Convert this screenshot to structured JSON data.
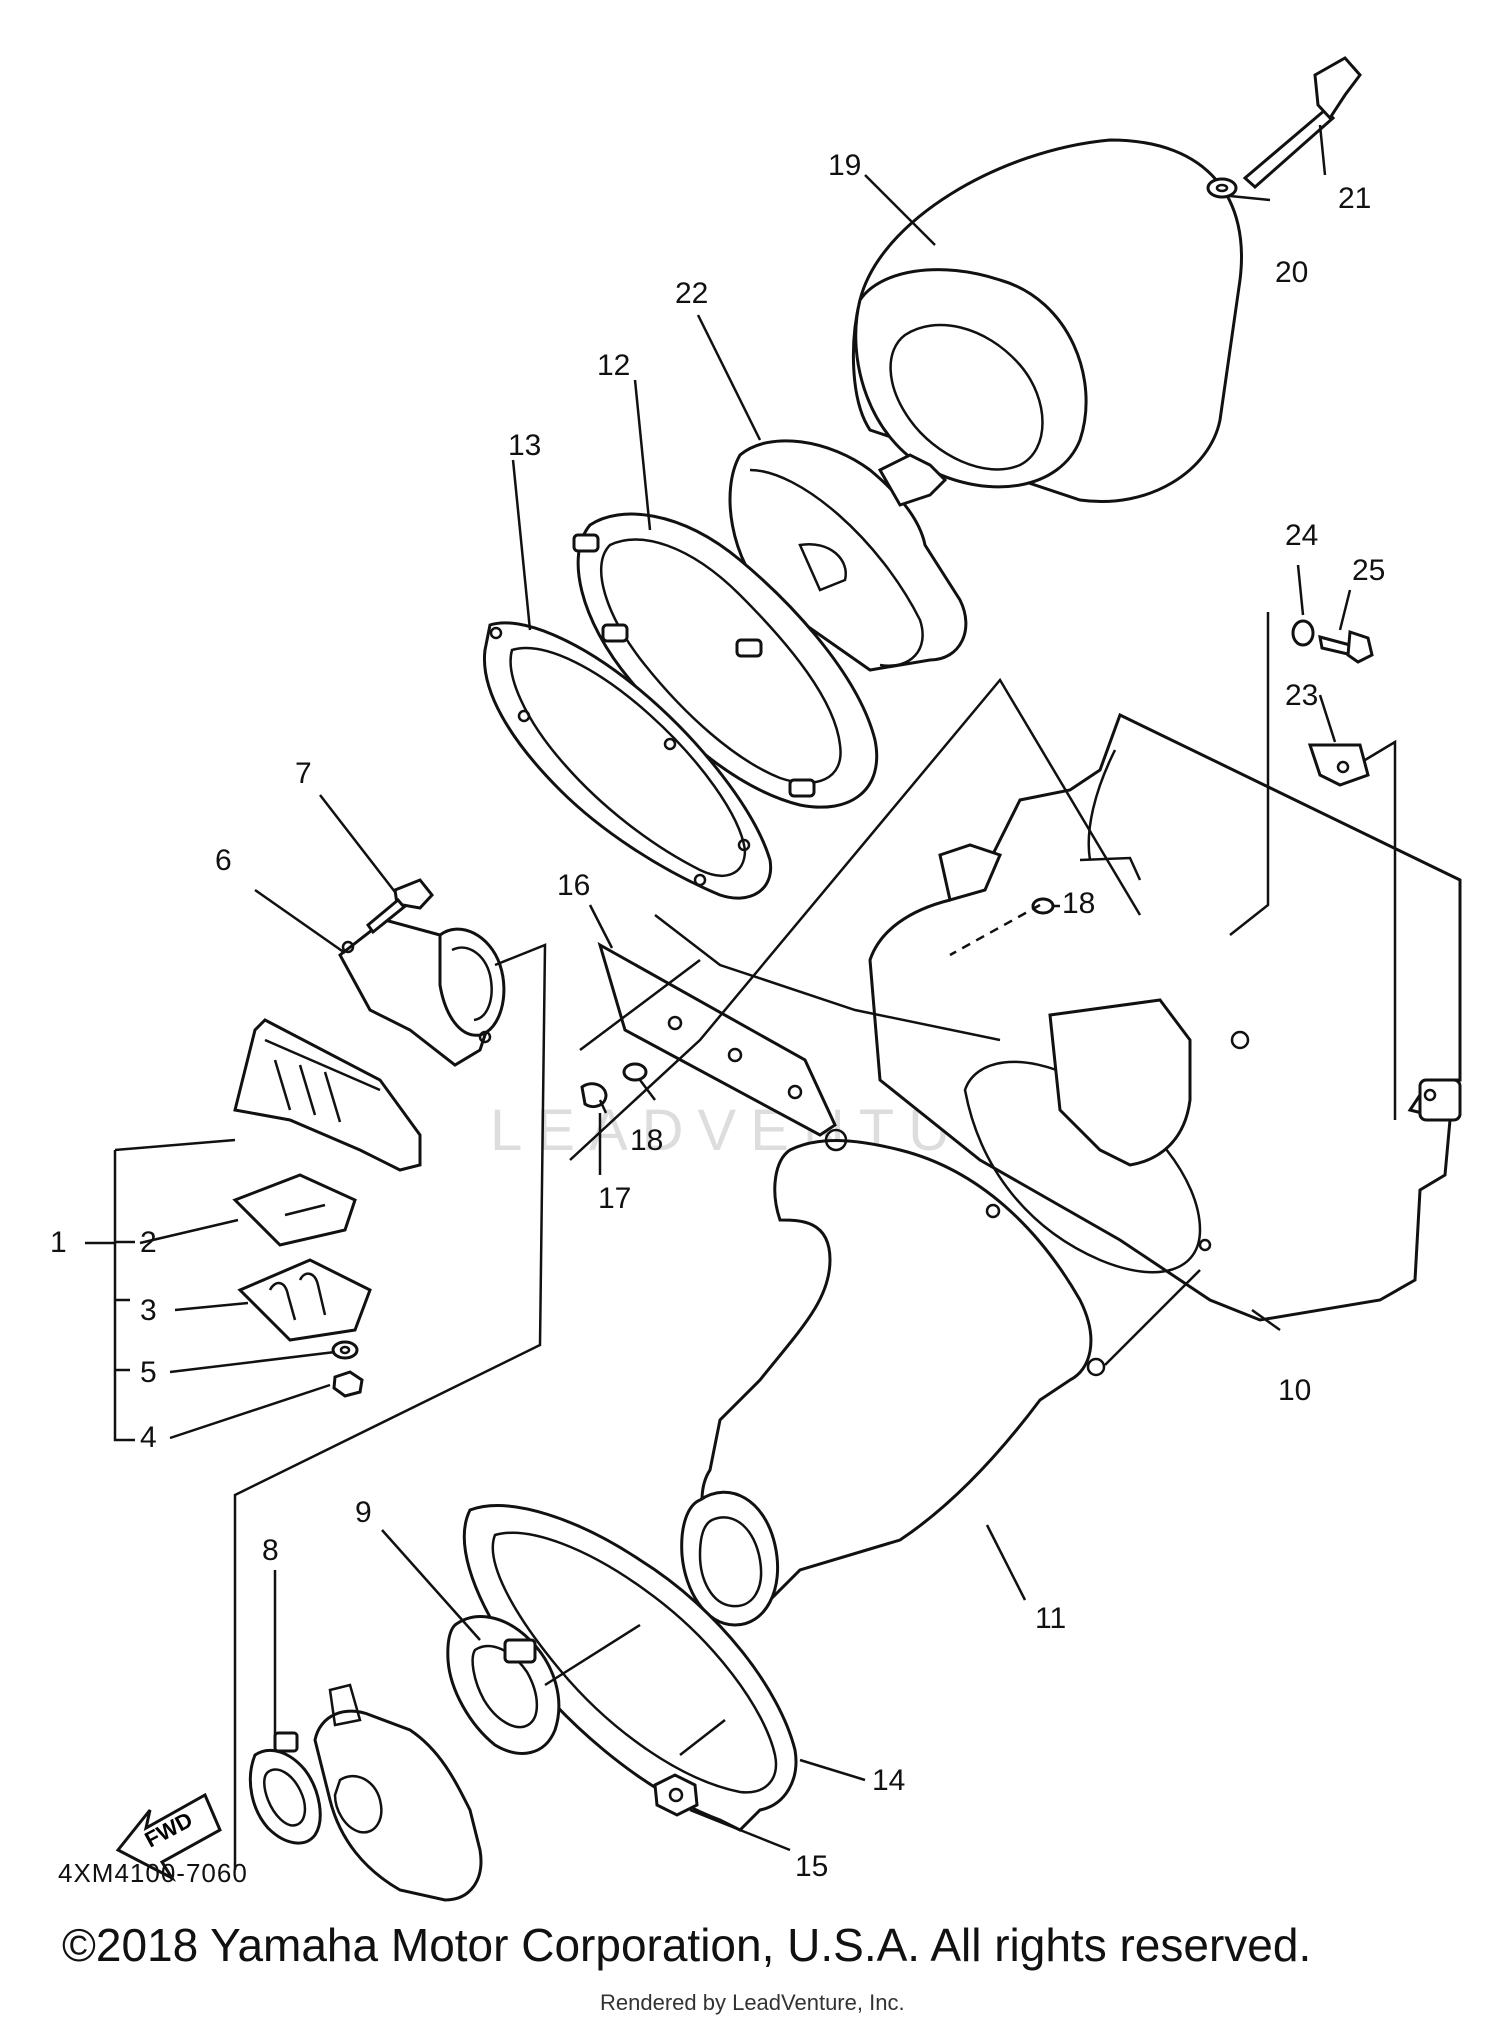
{
  "diagram_code": "4XM4100-7060",
  "fwd_label": "FWD",
  "watermark": "LEADVENTURE",
  "copyright": "©2018 Yamaha Motor Corporation, U.S.A. All rights reserved.",
  "rendered_by": "Rendered by LeadVenture, Inc.",
  "callouts": {
    "c1": "1",
    "c2": "2",
    "c3": "3",
    "c4": "4",
    "c5": "5",
    "c6": "6",
    "c7": "7",
    "c8": "8",
    "c9": "9",
    "c10": "10",
    "c11": "11",
    "c12": "12",
    "c13": "13",
    "c14": "14",
    "c15": "15",
    "c16": "16",
    "c17": "17",
    "c18a": "18",
    "c18b": "18",
    "c19": "19",
    "c20": "20",
    "c21": "21",
    "c22": "22",
    "c23": "23",
    "c24": "24",
    "c25": "25"
  }
}
